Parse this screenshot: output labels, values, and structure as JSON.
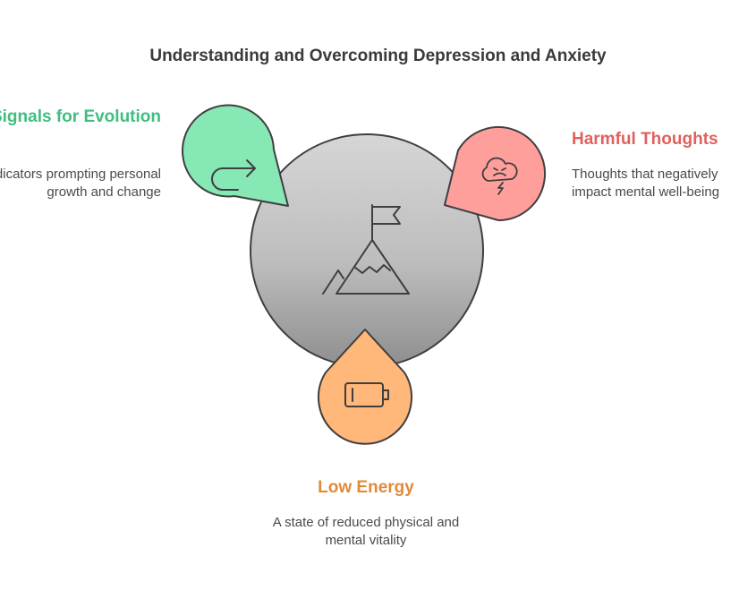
{
  "title": "Understanding and Overcoming Depression and Anxiety",
  "center": {
    "icon": "mountain-flag-icon"
  },
  "nodes": [
    {
      "label": "Signals for Evolution",
      "description": "Indicators prompting personal growth and change",
      "color": "#86e8b5",
      "text_color": "#3fbf7f",
      "icon": "redo-arrow-icon"
    },
    {
      "label": "Harmful Thoughts",
      "description": "Thoughts that negatively impact mental well-being",
      "color": "#ff9f9c",
      "text_color": "#e0605e",
      "icon": "storm-cloud-icon"
    },
    {
      "label": "Low Energy",
      "description": "A state of reduced physical and mental vitality",
      "color": "#ffb77a",
      "text_color": "#e08a3a",
      "icon": "low-battery-icon"
    }
  ],
  "colors": {
    "circle_top": "#d6d6d6",
    "circle_bottom": "#8e8e8e",
    "outline": "#3f3f3f"
  }
}
